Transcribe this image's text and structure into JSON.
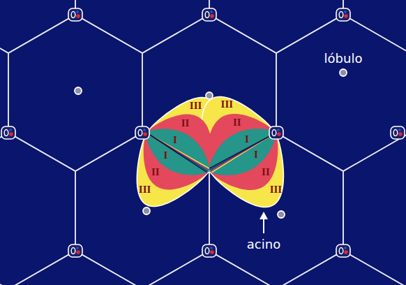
{
  "diagram": {
    "labels": [
      "lóbulo",
      "III",
      "III",
      "II",
      "II",
      "I",
      "I",
      "I",
      "I",
      "II",
      "II",
      "III",
      "III",
      "acino"
    ]
  }
}
